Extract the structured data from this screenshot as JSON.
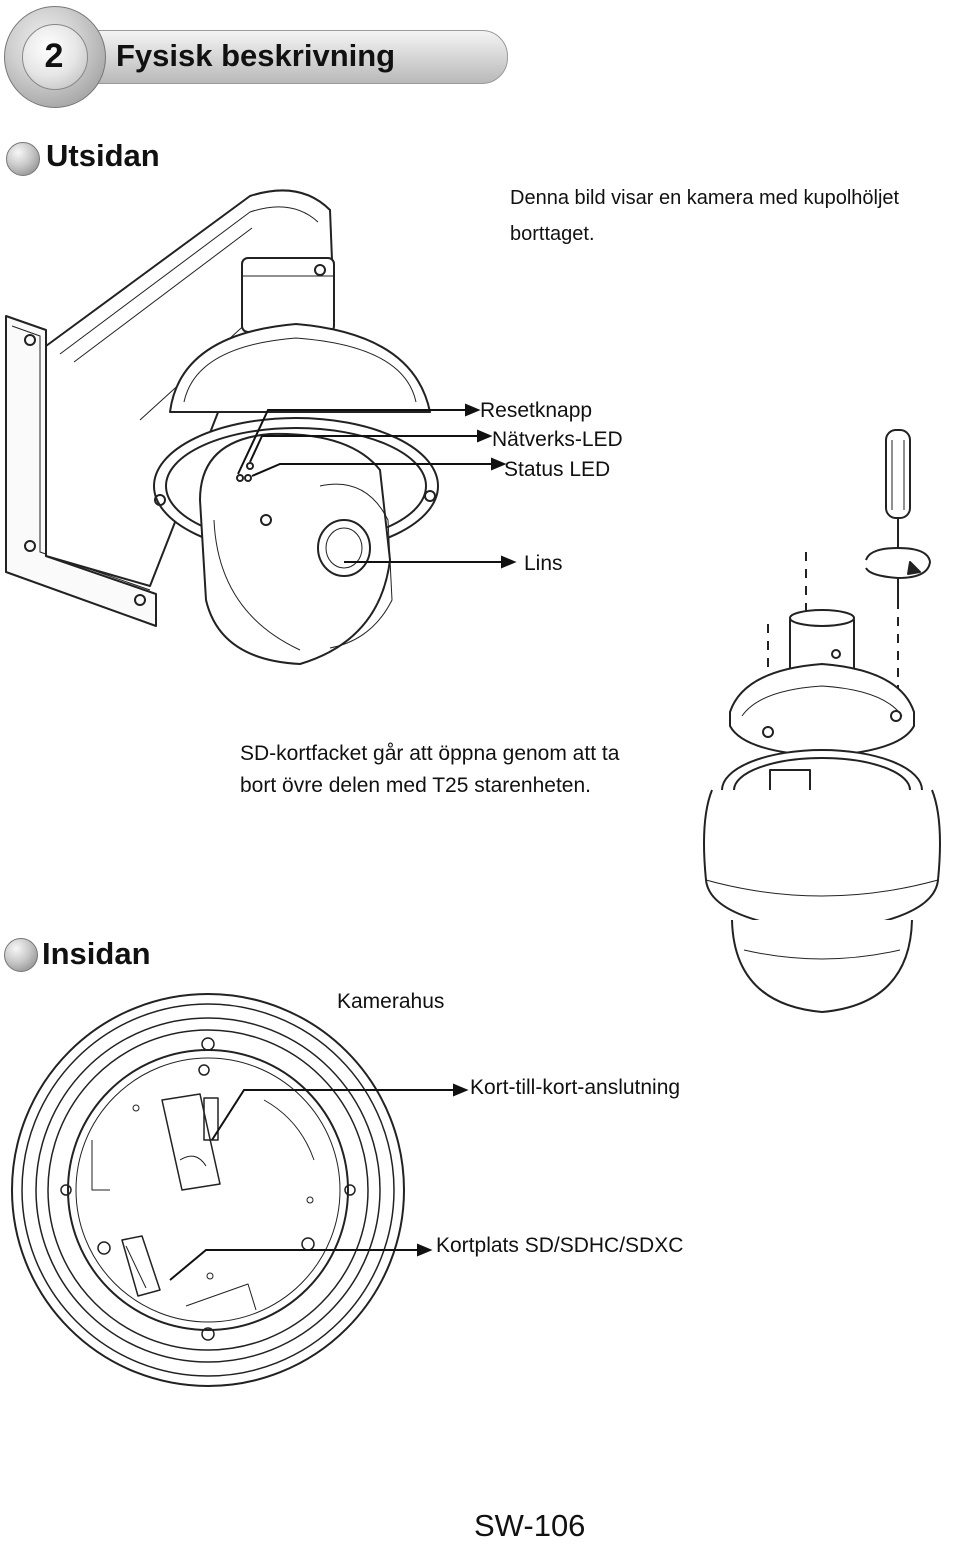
{
  "header": {
    "chapter_number": "2",
    "chapter_title": "Fysisk beskrivning"
  },
  "outside": {
    "title": "Utsidan",
    "description_line1": "Denna bild visar en kamera med kupolhöljet",
    "description_line2": "borttaget.",
    "labels": {
      "reset": "Resetknapp",
      "network_led": "Nätverks-LED",
      "status_led": "Status LED",
      "lens": "Lins"
    },
    "sd_note_line1": "SD-kortfacket går att öppna genom att ta",
    "sd_note_line2": "bort övre delen med T25 starenheten."
  },
  "inside": {
    "title": "Insidan",
    "labels": {
      "camera_housing": "Kamerahus",
      "board_connector": "Kort-till-kort-anslutning",
      "card_slot": "Kortplats SD/SDHC/SDXC"
    }
  },
  "footer": {
    "model": "SW-106"
  }
}
